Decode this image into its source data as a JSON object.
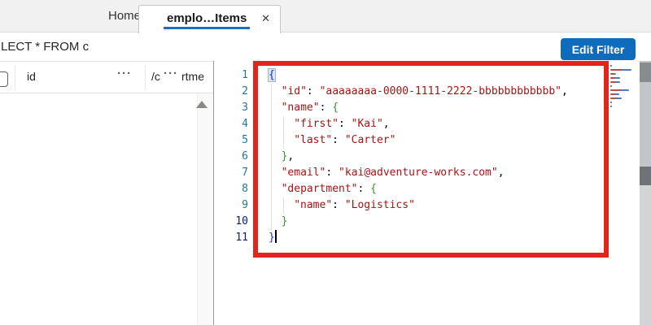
{
  "tabs": {
    "home": "Home",
    "active_label": "emplo…Items",
    "close": "✕",
    "active_underline_color": "#1B6EC2"
  },
  "query": {
    "text": "LECT * FROM c",
    "edit_filter": "Edit Filter",
    "edit_filter_color": "#0F6CBD"
  },
  "table": {
    "id_header": "id",
    "more_dots": "···",
    "pk_start": "/c",
    "pk_end": "rtme"
  },
  "annotation": {
    "color": "#E1251B"
  },
  "editor": {
    "line_height": 20,
    "colors": {
      "k": "#A31515",
      "s": "#A31515",
      "p": "#000000",
      "b1": "#0431FA",
      "b2": "#319331",
      "gutter": "#237893",
      "gutter_active": "#0B216F"
    },
    "lines": [
      {
        "indent": 0,
        "tokens": [
          {
            "t": "{",
            "c": "b1",
            "box": true
          }
        ]
      },
      {
        "indent": 1,
        "tokens": [
          {
            "t": "\"id\"",
            "c": "k"
          },
          {
            "t": ": ",
            "c": "p"
          },
          {
            "t": "\"aaaaaaaa-0000-1111-2222-bbbbbbbbbbbb\"",
            "c": "s"
          },
          {
            "t": ",",
            "c": "p"
          }
        ]
      },
      {
        "indent": 1,
        "tokens": [
          {
            "t": "\"name\"",
            "c": "k"
          },
          {
            "t": ": ",
            "c": "p"
          },
          {
            "t": "{",
            "c": "b2"
          }
        ]
      },
      {
        "indent": 2,
        "tokens": [
          {
            "t": "\"first\"",
            "c": "k"
          },
          {
            "t": ": ",
            "c": "p"
          },
          {
            "t": "\"Kai\"",
            "c": "s"
          },
          {
            "t": ",",
            "c": "p"
          }
        ]
      },
      {
        "indent": 2,
        "tokens": [
          {
            "t": "\"last\"",
            "c": "k"
          },
          {
            "t": ": ",
            "c": "p"
          },
          {
            "t": "\"Carter\"",
            "c": "s"
          }
        ]
      },
      {
        "indent": 1,
        "tokens": [
          {
            "t": "}",
            "c": "b2"
          },
          {
            "t": ",",
            "c": "p"
          }
        ]
      },
      {
        "indent": 1,
        "tokens": [
          {
            "t": "\"email\"",
            "c": "k"
          },
          {
            "t": ": ",
            "c": "p"
          },
          {
            "t": "\"kai@adventure-works.com\"",
            "c": "s"
          },
          {
            "t": ",",
            "c": "p"
          }
        ]
      },
      {
        "indent": 1,
        "tokens": [
          {
            "t": "\"department\"",
            "c": "k"
          },
          {
            "t": ": ",
            "c": "p"
          },
          {
            "t": "{",
            "c": "b2"
          }
        ]
      },
      {
        "indent": 2,
        "tokens": [
          {
            "t": "\"name\"",
            "c": "k"
          },
          {
            "t": ": ",
            "c": "p"
          },
          {
            "t": "\"Logistics\"",
            "c": "s"
          }
        ]
      },
      {
        "indent": 1,
        "tokens": [
          {
            "t": "}",
            "c": "b2"
          }
        ]
      },
      {
        "indent": 0,
        "tokens": [
          {
            "t": "}",
            "c": "b1"
          }
        ],
        "cursor": true
      }
    ]
  }
}
